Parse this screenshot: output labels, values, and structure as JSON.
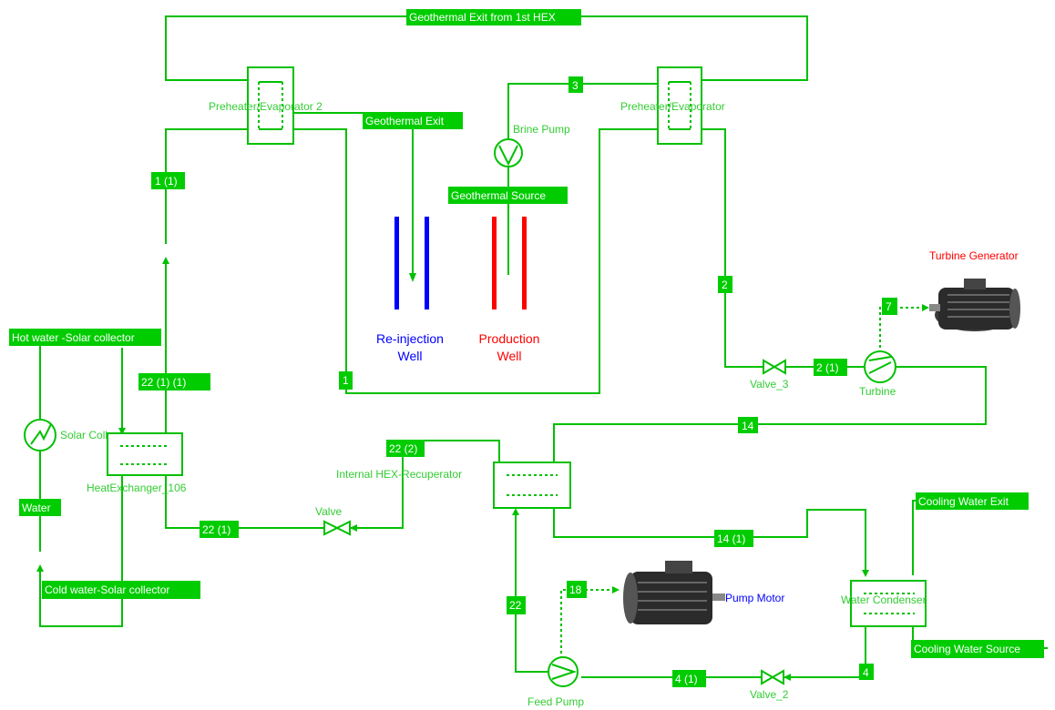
{
  "colors": {
    "stream": "#00c000",
    "tag_bg": "#00cc00",
    "tag_text": "#ffffff",
    "equipment_label": "#33cc33",
    "reinjection_well": "#0000ff",
    "production_well": "#ff0000",
    "turbine_generator_label": "#ff0000",
    "pump_motor_label": "#0000ff"
  },
  "streams": {
    "geothermal_exit_1st_hex": "Geothermal Exit from 1st HEX",
    "geothermal_exit": "Geothermal Exit",
    "geothermal_source": "Geothermal Source",
    "s3": "3",
    "s1_1": "1 (1)",
    "s2": "2",
    "s7": "7",
    "hot_water_solar": "Hot water -Solar collector",
    "s22_1_1": "22 (1) (1)",
    "s1": "1",
    "s2_1": "2 (1)",
    "s14": "14",
    "s22_2": "22 (2)",
    "water": "Water",
    "s22_1": "22 (1)",
    "cooling_water_exit": "Cooling Water Exit",
    "s14_1": "14 (1)",
    "s18": "18",
    "cold_water_solar": "Cold water-Solar collector",
    "s22": "22",
    "cooling_water_source": "Cooling Water Source",
    "s4": "4",
    "s4_1": "4 (1)"
  },
  "equipment": {
    "preheater_evaporator_2": "Preheater/Evaporator 2",
    "preheater_evaporator": "Preheater/Evaporator",
    "brine_pump": "Brine Pump",
    "turbine_generator": "Turbine Generator",
    "valve_3": "Valve_3",
    "turbine": "Turbine",
    "solar_collector": "Solar Collector",
    "heat_exchanger_106": "HeatExchanger_106",
    "internal_hex": "Internal HEX-Recuperator",
    "valve": "Valve",
    "pump_motor": "Pump Motor",
    "water_condenser": "Water Condenser",
    "feed_pump": "Feed Pump",
    "valve_2": "Valve_2"
  },
  "wells": {
    "reinjection_line1": "Re-injection",
    "reinjection_line2": "Well",
    "production_line1": "Production",
    "production_line2": "Well"
  }
}
